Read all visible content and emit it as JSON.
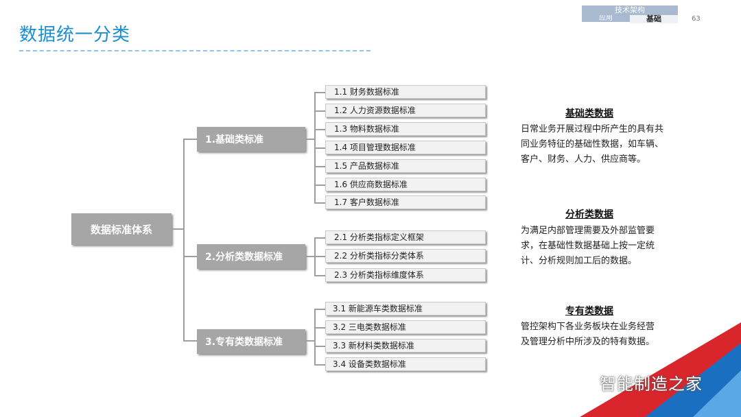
{
  "title": "数据统一分类",
  "nav": {
    "top": "技术架构",
    "left": "应用",
    "right": "基础",
    "page": "63"
  },
  "root": "数据标准体系",
  "categories": [
    {
      "label": "1.基础类标准",
      "items": [
        "1.1  财务数据标准",
        "1.2  人力资源数据标准",
        "1.3  物料数据标准",
        "1.4  项目管理数据标准",
        "1.5  产品数据标准",
        "1.6  供应商数据标准",
        "1.7  客户数据标准"
      ]
    },
    {
      "label": "2.分析类数据标准",
      "items": [
        "2.1  分析类指标定义框架",
        "2.2  分析类指标分类体系",
        "2.3  分析类指标维度体系"
      ]
    },
    {
      "label": "3.专有类数据标准",
      "items": [
        "3.1 新能源车类数据标准",
        "3.2 三电类数据标准",
        "3.3 新材料类数据标准",
        "3.4 设备类数据标准"
      ]
    }
  ],
  "descriptions": [
    {
      "title": "基础类数据",
      "lines": [
        "日常业务开展过程中所产生的具有共",
        "同业务特征的基础性数据，如车辆、",
        "客户、财务、人力、供应商等。"
      ]
    },
    {
      "title": "分析类数据",
      "lines": [
        "为满足内部管理需要及外部监管要",
        "求，在基础性数据基础上按一定统",
        "计、分析规则加工后的数据。"
      ]
    },
    {
      "title": "专有类数据",
      "lines": [
        "管控架构下各业务板块在业务经营",
        "及管理分析中所涉及的特有数据。"
      ]
    }
  ],
  "watermark": "智能制造之家",
  "colors": {
    "accent": "#1a8fd1",
    "box": "#a6a6a6",
    "corner_red": "#d9262c",
    "corner_blue": "#1b6fc0"
  }
}
